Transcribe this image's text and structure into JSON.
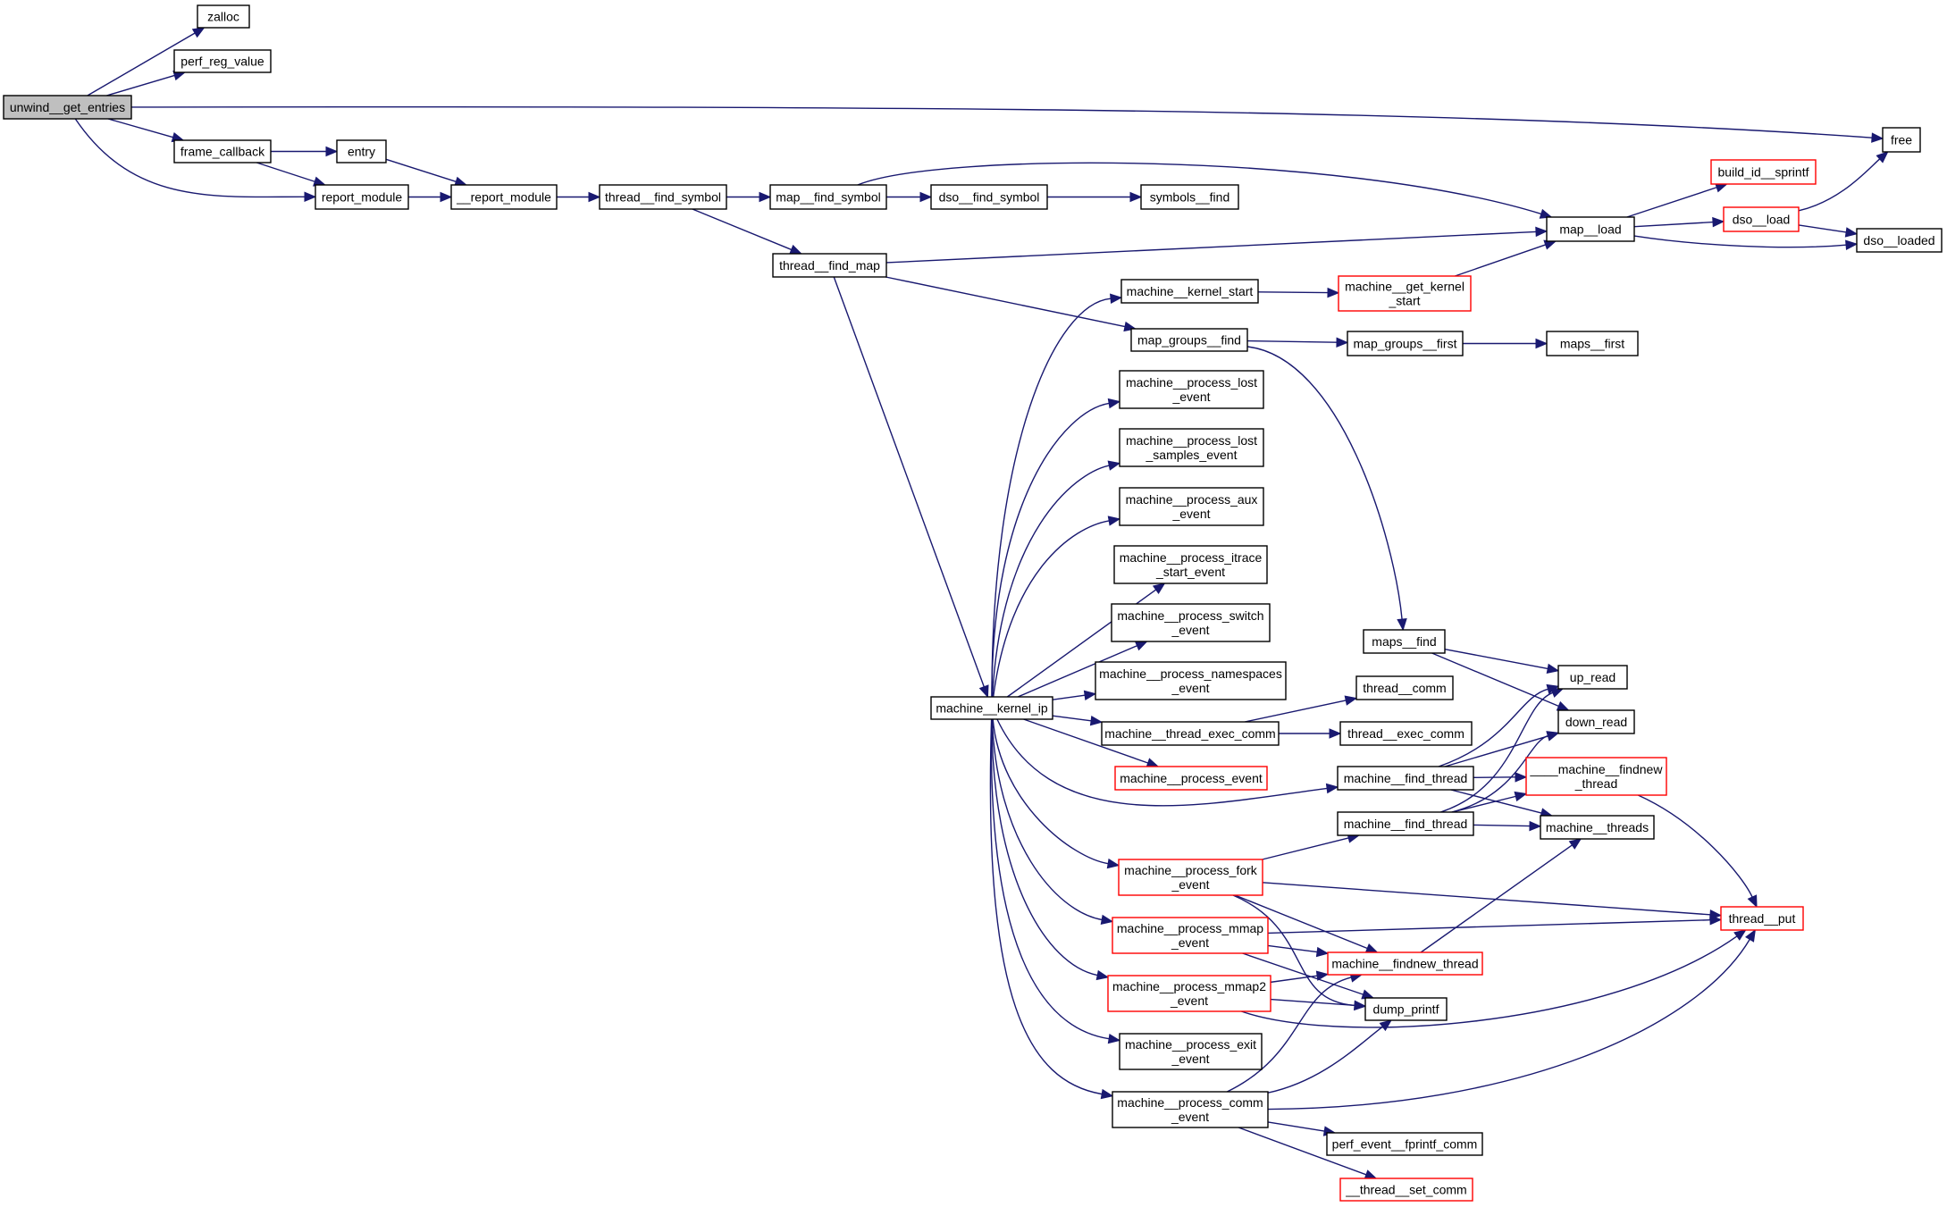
{
  "diagram": {
    "type": "call-graph",
    "root": "unwind__get_entries",
    "colors": {
      "edge": "#191970",
      "root_fill": "#bfbfbf",
      "truncated_border": "#ff0000",
      "normal_border": "#000000"
    },
    "nodes": [
      {
        "id": "unwind",
        "lines": [
          "unwind__get_entries"
        ],
        "style": "root"
      },
      {
        "id": "zalloc",
        "lines": [
          "zalloc"
        ]
      },
      {
        "id": "perf_reg_value",
        "lines": [
          "perf_reg_value"
        ]
      },
      {
        "id": "free",
        "lines": [
          "free"
        ]
      },
      {
        "id": "frame_callback",
        "lines": [
          "frame_callback"
        ]
      },
      {
        "id": "entry",
        "lines": [
          "entry"
        ]
      },
      {
        "id": "report_module",
        "lines": [
          "report_module"
        ]
      },
      {
        "id": "__report_module",
        "lines": [
          "__report_module"
        ]
      },
      {
        "id": "thread__find_symbol",
        "lines": [
          "thread__find_symbol"
        ]
      },
      {
        "id": "map__find_symbol",
        "lines": [
          "map__find_symbol"
        ]
      },
      {
        "id": "dso__find_symbol",
        "lines": [
          "dso__find_symbol"
        ]
      },
      {
        "id": "symbols__find",
        "lines": [
          "symbols__find"
        ]
      },
      {
        "id": "build_id__sprintf",
        "lines": [
          "build_id__sprintf"
        ],
        "style": "red"
      },
      {
        "id": "map__load",
        "lines": [
          "map__load"
        ]
      },
      {
        "id": "dso__load",
        "lines": [
          "dso__load"
        ],
        "style": "red"
      },
      {
        "id": "dso__loaded",
        "lines": [
          "dso__loaded"
        ]
      },
      {
        "id": "thread__find_map",
        "lines": [
          "thread__find_map"
        ]
      },
      {
        "id": "machine__kernel_start",
        "lines": [
          "machine__kernel_start"
        ]
      },
      {
        "id": "machine__get_kernel_start",
        "lines": [
          "machine__get_kernel",
          "_start"
        ],
        "style": "red"
      },
      {
        "id": "map_groups__find",
        "lines": [
          "map_groups__find"
        ]
      },
      {
        "id": "map_groups__first",
        "lines": [
          "map_groups__first"
        ]
      },
      {
        "id": "maps__first",
        "lines": [
          "maps__first"
        ]
      },
      {
        "id": "lost_event",
        "lines": [
          "machine__process_lost",
          "_event"
        ]
      },
      {
        "id": "lost_samples_event",
        "lines": [
          "machine__process_lost",
          "_samples_event"
        ]
      },
      {
        "id": "aux_event",
        "lines": [
          "machine__process_aux",
          "_event"
        ]
      },
      {
        "id": "itrace_event",
        "lines": [
          "machine__process_itrace",
          "_start_event"
        ]
      },
      {
        "id": "switch_event",
        "lines": [
          "machine__process_switch",
          "_event"
        ]
      },
      {
        "id": "namespaces_event",
        "lines": [
          "machine__process_namespaces",
          "_event"
        ]
      },
      {
        "id": "maps__find",
        "lines": [
          "maps__find"
        ]
      },
      {
        "id": "machine__kernel_ip",
        "lines": [
          "machine__kernel_ip"
        ]
      },
      {
        "id": "thread__comm",
        "lines": [
          "thread__comm"
        ]
      },
      {
        "id": "up_read",
        "lines": [
          "up_read"
        ]
      },
      {
        "id": "down_read",
        "lines": [
          "down_read"
        ]
      },
      {
        "id": "machine__thread_exec_comm",
        "lines": [
          "machine__thread_exec_comm"
        ]
      },
      {
        "id": "thread__exec_comm",
        "lines": [
          "thread__exec_comm"
        ]
      },
      {
        "id": "____machine__findnew_thread",
        "lines": [
          "____machine__findnew",
          "_thread"
        ],
        "style": "red"
      },
      {
        "id": "machine__process_event",
        "lines": [
          "machine__process_event"
        ],
        "style": "red"
      },
      {
        "id": "machine__find_thread_1",
        "lines": [
          "machine__find_thread"
        ]
      },
      {
        "id": "machine__find_thread_2",
        "lines": [
          "machine__find_thread"
        ]
      },
      {
        "id": "machine__threads",
        "lines": [
          "machine__threads"
        ]
      },
      {
        "id": "fork_event",
        "lines": [
          "machine__process_fork",
          "_event"
        ],
        "style": "red"
      },
      {
        "id": "thread__put",
        "lines": [
          "thread__put"
        ],
        "style": "red"
      },
      {
        "id": "mmap_event",
        "lines": [
          "machine__process_mmap",
          "_event"
        ],
        "style": "red"
      },
      {
        "id": "machine__findnew_thread",
        "lines": [
          "machine__findnew_thread"
        ],
        "style": "red"
      },
      {
        "id": "mmap2_event",
        "lines": [
          "machine__process_mmap2",
          "_event"
        ],
        "style": "red"
      },
      {
        "id": "dump_printf",
        "lines": [
          "dump_printf"
        ]
      },
      {
        "id": "exit_event",
        "lines": [
          "machine__process_exit",
          "_event"
        ]
      },
      {
        "id": "comm_event",
        "lines": [
          "machine__process_comm",
          "_event"
        ]
      },
      {
        "id": "perf_event__fprintf_comm",
        "lines": [
          "perf_event__fprintf_comm"
        ]
      },
      {
        "id": "__thread__set_comm",
        "lines": [
          "__thread__set_comm"
        ],
        "style": "red"
      }
    ],
    "edges": [
      [
        "unwind",
        "zalloc"
      ],
      [
        "unwind",
        "perf_reg_value"
      ],
      [
        "unwind",
        "free"
      ],
      [
        "unwind",
        "frame_callback"
      ],
      [
        "unwind",
        "report_module"
      ],
      [
        "frame_callback",
        "entry"
      ],
      [
        "frame_callback",
        "report_module"
      ],
      [
        "entry",
        "__report_module"
      ],
      [
        "report_module",
        "__report_module"
      ],
      [
        "__report_module",
        "thread__find_symbol"
      ],
      [
        "thread__find_symbol",
        "map__find_symbol"
      ],
      [
        "thread__find_symbol",
        "thread__find_map"
      ],
      [
        "map__find_symbol",
        "dso__find_symbol"
      ],
      [
        "map__find_symbol",
        "map__load"
      ],
      [
        "dso__find_symbol",
        "symbols__find"
      ],
      [
        "thread__find_map",
        "map__load"
      ],
      [
        "thread__find_map",
        "map_groups__find"
      ],
      [
        "thread__find_map",
        "machine__kernel_ip"
      ],
      [
        "map__load",
        "build_id__sprintf"
      ],
      [
        "map__load",
        "dso__load"
      ],
      [
        "map__load",
        "dso__loaded"
      ],
      [
        "dso__load",
        "free"
      ],
      [
        "dso__load",
        "dso__loaded"
      ],
      [
        "machine__kernel_start",
        "machine__get_kernel_start"
      ],
      [
        "machine__get_kernel_start",
        "map__load"
      ],
      [
        "map_groups__find",
        "map_groups__first"
      ],
      [
        "map_groups__find",
        "maps__find"
      ],
      [
        "map_groups__first",
        "maps__first"
      ],
      [
        "maps__find",
        "up_read"
      ],
      [
        "maps__find",
        "down_read"
      ],
      [
        "machine__kernel_ip",
        "machine__kernel_start"
      ],
      [
        "machine__kernel_ip",
        "lost_event"
      ],
      [
        "machine__kernel_ip",
        "lost_samples_event"
      ],
      [
        "machine__kernel_ip",
        "aux_event"
      ],
      [
        "machine__kernel_ip",
        "itrace_event"
      ],
      [
        "machine__kernel_ip",
        "switch_event"
      ],
      [
        "machine__kernel_ip",
        "namespaces_event"
      ],
      [
        "machine__kernel_ip",
        "machine__thread_exec_comm"
      ],
      [
        "machine__kernel_ip",
        "machine__process_event"
      ],
      [
        "machine__kernel_ip",
        "machine__find_thread_1"
      ],
      [
        "machine__kernel_ip",
        "fork_event"
      ],
      [
        "machine__kernel_ip",
        "mmap_event"
      ],
      [
        "machine__kernel_ip",
        "mmap2_event"
      ],
      [
        "machine__kernel_ip",
        "exit_event"
      ],
      [
        "machine__kernel_ip",
        "comm_event"
      ],
      [
        "machine__thread_exec_comm",
        "thread__comm"
      ],
      [
        "machine__thread_exec_comm",
        "thread__exec_comm"
      ],
      [
        "machine__find_thread_1",
        "up_read"
      ],
      [
        "machine__find_thread_1",
        "down_read"
      ],
      [
        "machine__find_thread_1",
        "____machine__findnew_thread"
      ],
      [
        "machine__find_thread_1",
        "machine__threads"
      ],
      [
        "machine__find_thread_2",
        "up_read"
      ],
      [
        "machine__find_thread_2",
        "down_read"
      ],
      [
        "machine__find_thread_2",
        "____machine__findnew_thread"
      ],
      [
        "machine__find_thread_2",
        "machine__threads"
      ],
      [
        "____machine__findnew_thread",
        "thread__put"
      ],
      [
        "fork_event",
        "machine__find_thread_2"
      ],
      [
        "fork_event",
        "thread__put"
      ],
      [
        "fork_event",
        "machine__findnew_thread"
      ],
      [
        "fork_event",
        "dump_printf"
      ],
      [
        "mmap_event",
        "thread__put"
      ],
      [
        "mmap_event",
        "machine__findnew_thread"
      ],
      [
        "mmap_event",
        "dump_printf"
      ],
      [
        "mmap2_event",
        "machine__findnew_thread"
      ],
      [
        "mmap2_event",
        "dump_printf"
      ],
      [
        "mmap2_event",
        "thread__put"
      ],
      [
        "machine__findnew_thread",
        "machine__threads"
      ],
      [
        "comm_event",
        "machine__findnew_thread"
      ],
      [
        "comm_event",
        "dump_printf"
      ],
      [
        "comm_event",
        "thread__put"
      ],
      [
        "comm_event",
        "perf_event__fprintf_comm"
      ],
      [
        "comm_event",
        "__thread__set_comm"
      ]
    ]
  }
}
